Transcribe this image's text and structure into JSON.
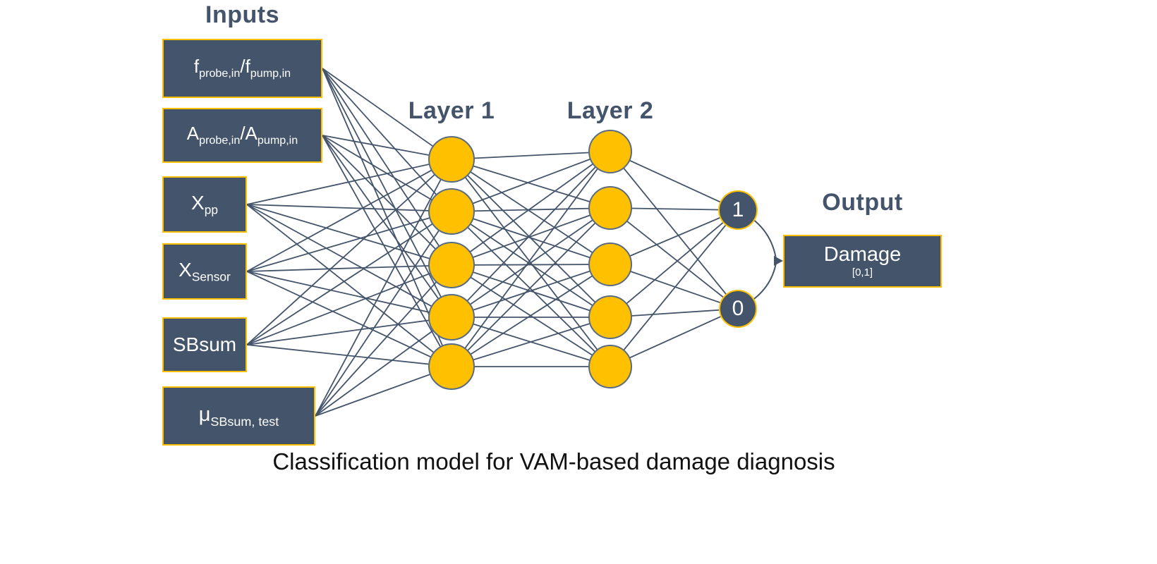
{
  "colors": {
    "box_fill": "#44546A",
    "gold": "#FFC000",
    "line": "#44546A",
    "heading_text": "#44546A",
    "caption_text": "#111111",
    "box_text": "#FFFFFF",
    "node_stroke": "#5A6B84"
  },
  "inputs": {
    "title": "Inputs",
    "boxes": [
      {
        "name": "f-ratio",
        "segments": [
          {
            "t": "f"
          },
          {
            "t": "probe,in",
            "sub": true
          },
          {
            "t": "/f"
          },
          {
            "t": "pump,in",
            "sub": true
          }
        ]
      },
      {
        "name": "a-ratio",
        "segments": [
          {
            "t": "A"
          },
          {
            "t": "probe,in",
            "sub": true
          },
          {
            "t": "/A"
          },
          {
            "t": "pump,in",
            "sub": true
          }
        ]
      },
      {
        "name": "x-pp",
        "segments": [
          {
            "t": "X"
          },
          {
            "t": "pp",
            "sub": true
          }
        ]
      },
      {
        "name": "x-sensor",
        "segments": [
          {
            "t": "X"
          },
          {
            "t": "Sensor",
            "sub": true
          }
        ]
      },
      {
        "name": "sbsum",
        "segments": [
          {
            "t": "SBsum"
          }
        ]
      },
      {
        "name": "mu-sbsum",
        "segments": [
          {
            "t": "μ"
          },
          {
            "t": "SBsum, test",
            "sub": true
          }
        ]
      }
    ]
  },
  "layers": [
    {
      "label": "Layer 1",
      "node_count": 5
    },
    {
      "label": "Layer 2",
      "node_count": 5
    }
  ],
  "outputs": {
    "title": "Output",
    "nodes": [
      "1",
      "0"
    ],
    "result_box": {
      "label": "Damage",
      "range": "[0,1]"
    }
  },
  "caption": "Classification model for VAM-based damage diagnosis"
}
